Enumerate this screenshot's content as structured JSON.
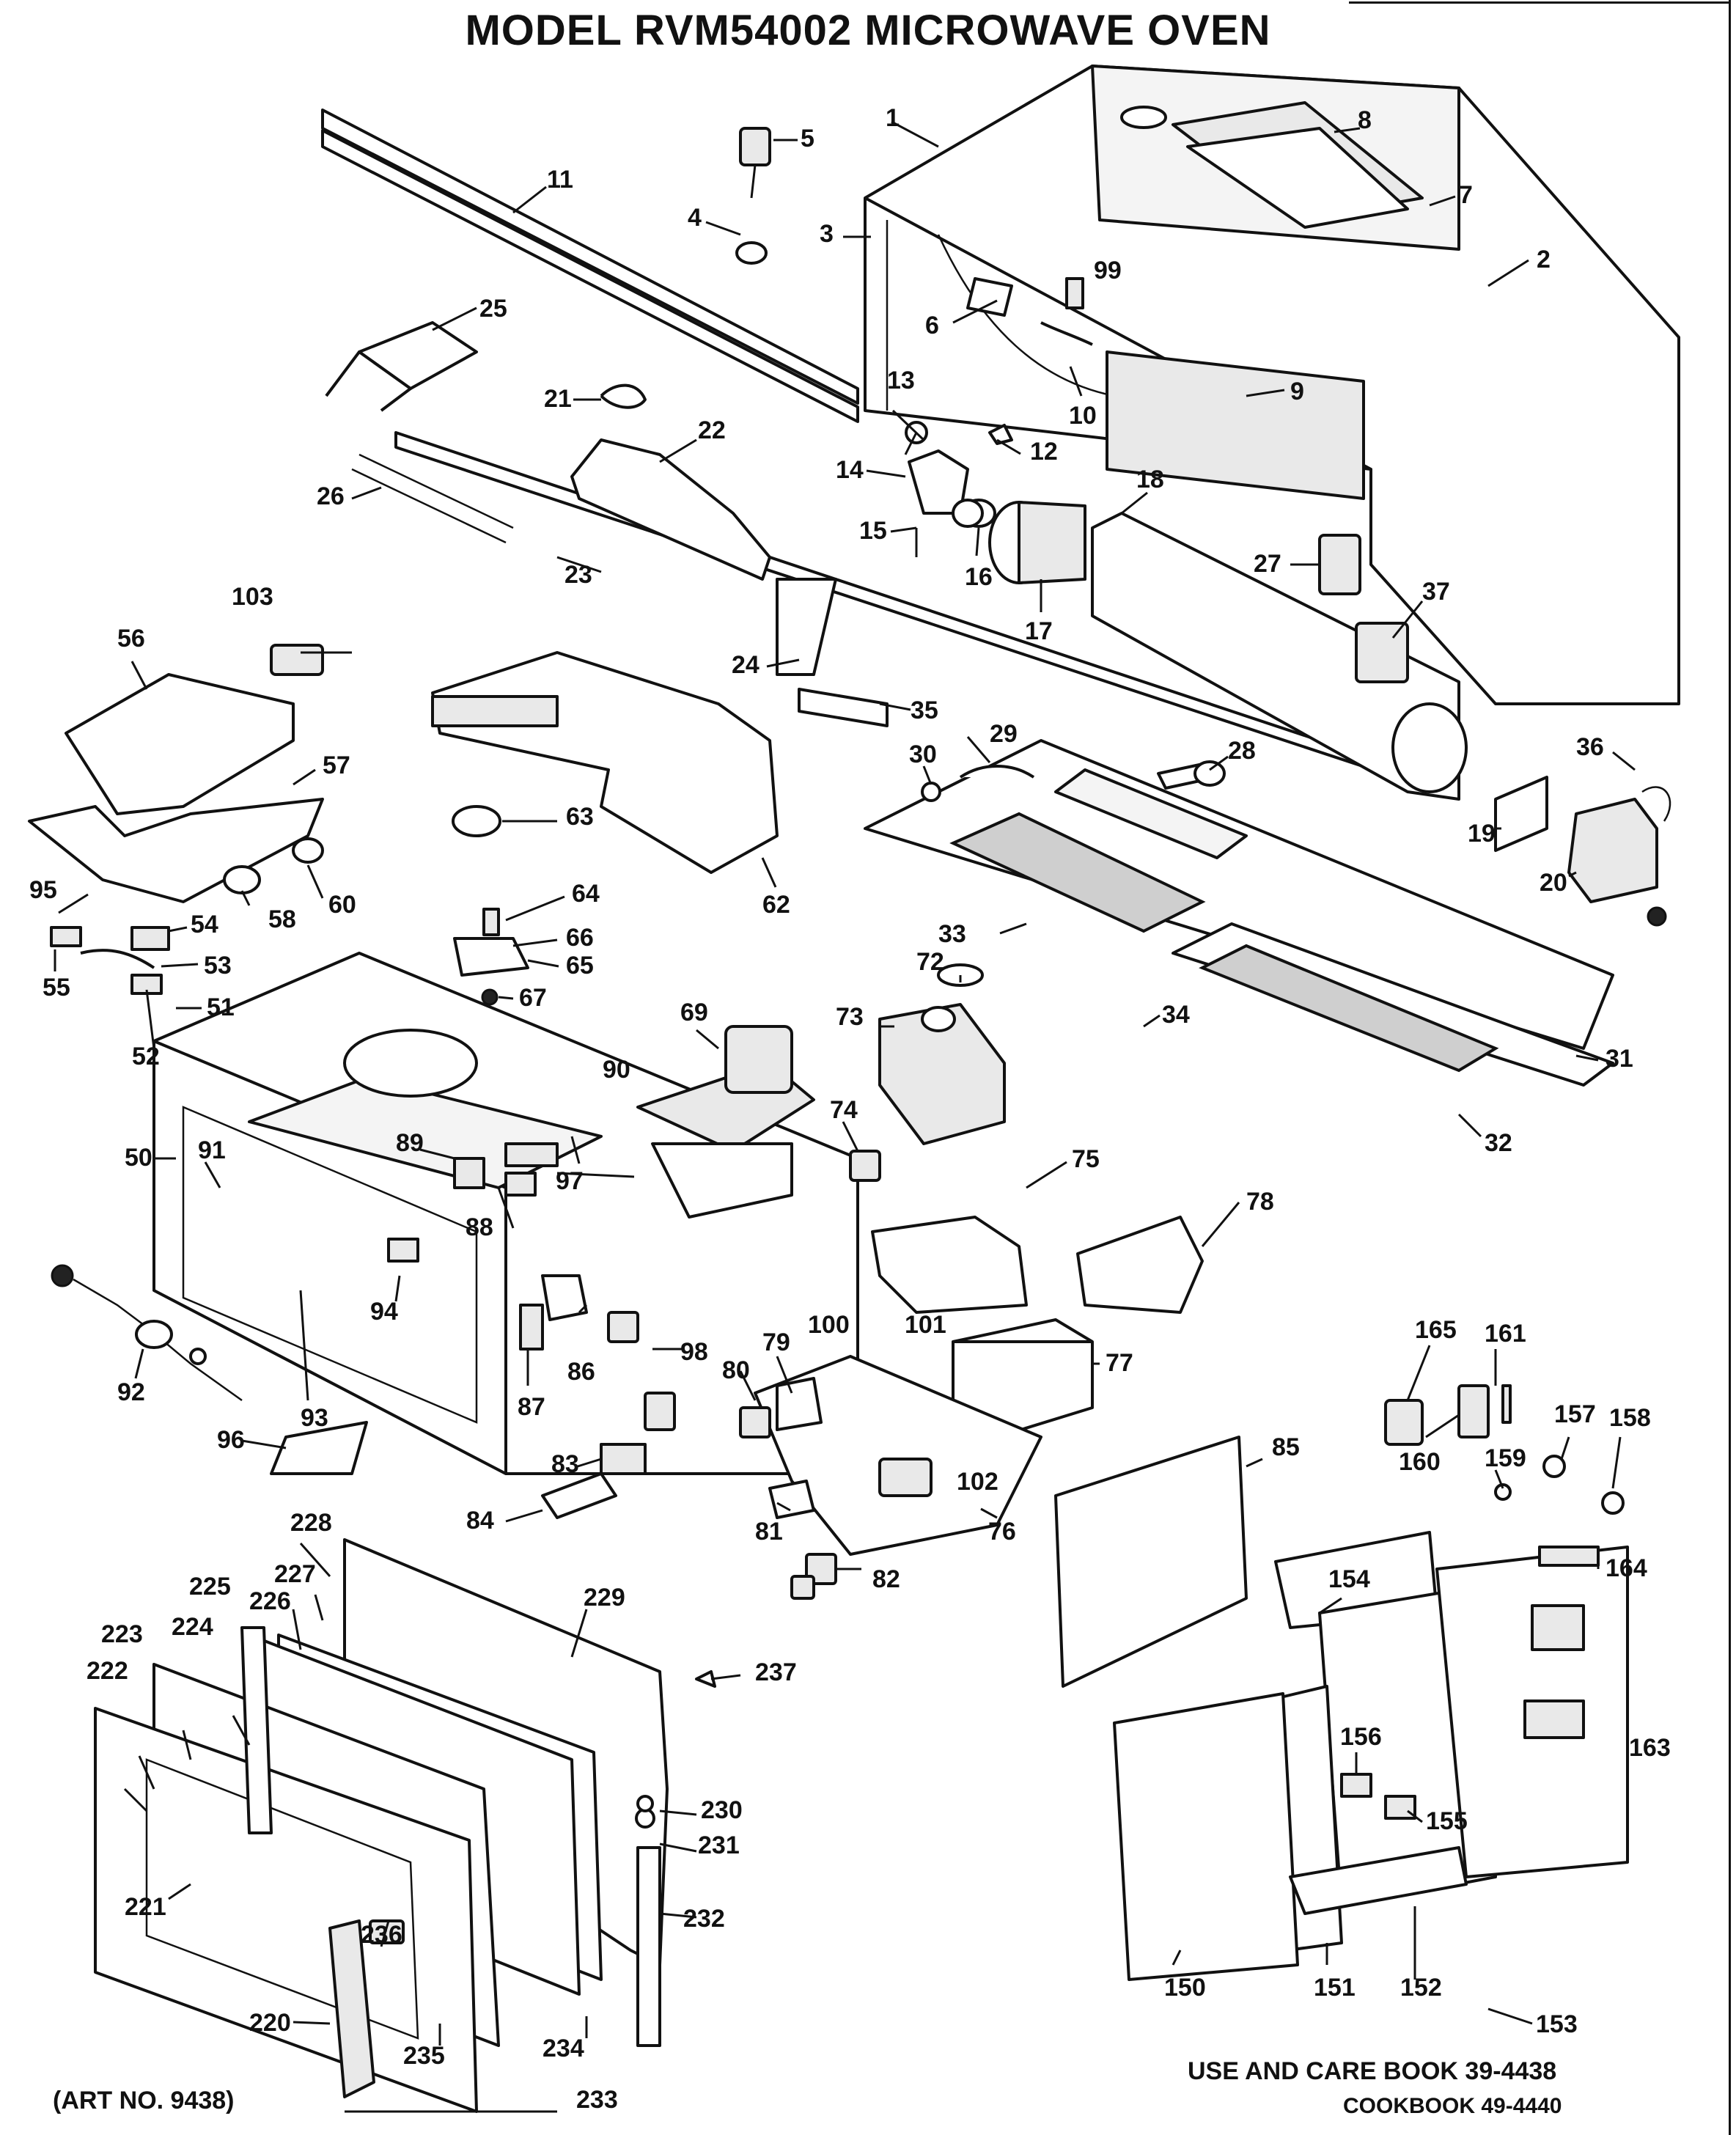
{
  "title": "MODEL RVM54002 MICROWAVE OVEN",
  "footer": {
    "art_no": "(ART NO. 9438)",
    "care_book": "USE AND CARE BOOK 39-4438",
    "cookbook": "COOKBOOK  49-4440"
  },
  "callouts": [
    "1",
    "2",
    "3",
    "4",
    "5",
    "6",
    "7",
    "8",
    "9",
    "10",
    "11",
    "12",
    "13",
    "14",
    "15",
    "16",
    "17",
    "18",
    "19",
    "20",
    "21",
    "22",
    "23",
    "24",
    "25",
    "26",
    "27",
    "28",
    "29",
    "30",
    "31",
    "32",
    "33",
    "34",
    "35",
    "36",
    "37",
    "50",
    "51",
    "52",
    "53",
    "54",
    "55",
    "56",
    "57",
    "58",
    "60",
    "62",
    "63",
    "64",
    "65",
    "66",
    "67",
    "69",
    "72",
    "73",
    "74",
    "75",
    "76",
    "77",
    "78",
    "79",
    "80",
    "81",
    "82",
    "83",
    "84",
    "85",
    "86",
    "87",
    "88",
    "89",
    "90",
    "91",
    "92",
    "93",
    "94",
    "95",
    "96",
    "97",
    "98",
    "99",
    "100",
    "101",
    "102",
    "103",
    "150",
    "151",
    "152",
    "153",
    "154",
    "155",
    "156",
    "157",
    "158",
    "159",
    "160",
    "161",
    "163",
    "164",
    "165",
    "220",
    "221",
    "222",
    "223",
    "224",
    "225",
    "226",
    "227",
    "228",
    "229",
    "230",
    "231",
    "232",
    "233",
    "234",
    "235",
    "236",
    "237"
  ]
}
